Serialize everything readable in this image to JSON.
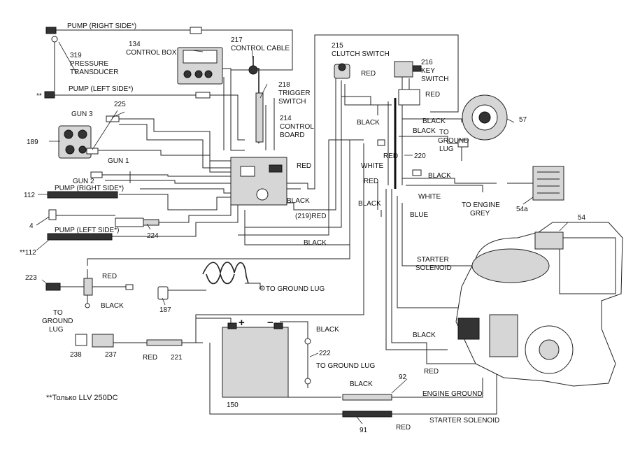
{
  "labels": {
    "pump_right_top": "PUMP  (RIGHT SIDE*)",
    "pump_left_top": "PUMP  (LEFT SIDE*)",
    "double_star": "**",
    "n319": "319",
    "pressure": "PRESSURE",
    "transducer": "TRANSDUCER",
    "n134": "134",
    "control_box": "CONTROL BOX",
    "n217": "217",
    "control_cable": "CONTROL CABLE",
    "n215": "215",
    "clutch_switch": "CLUTCH SWITCH",
    "n216": "216",
    "key": "KEY",
    "switch": "SWITCH",
    "n218": "218",
    "trigger": "TRIGGER",
    "trigger_switch": "SWITCH",
    "n225": "225",
    "gun3": "GUN 3",
    "n189": "189",
    "gun1": "GUN 1",
    "gun2": "GUN 2",
    "n214": "214",
    "control": "CONTROL",
    "board": "BOARD",
    "red_board": "RED",
    "black_board": "BLACK",
    "n112": "112",
    "pump_right_mid": "PUMP (RIGHT SIDE*)",
    "n4": "4",
    "pump_left_mid": "PUMP (LEFT SIDE*)",
    "n112_star": "**112",
    "n224": "224",
    "red_219": "(219)RED",
    "black_219": "BLACK",
    "red_clutch": "RED",
    "black_clutch": "BLACK",
    "red_key": "RED",
    "black_key1": "BLACK",
    "black_key2": "BLACK",
    "to": "TO",
    "ground": "GROUND",
    "lug": "LUG",
    "n220": "220",
    "red_mid": "RED",
    "white_left": "WHITE",
    "black_right": "BLACK",
    "white_right": "WHITE",
    "red_lower": "RED",
    "black_lower": "BLACK",
    "blue": "BLUE",
    "to_engine": "TO ENGINE",
    "grey": "GREY",
    "n54a": "54a",
    "n57": "57",
    "n54": "54",
    "starter": "STARTER",
    "solenoid": "SOLENOID",
    "n223": "223",
    "red_223": "RED",
    "black_223": "BLACK",
    "to_g": "TO",
    "ground_g": "GROUND",
    "lug_g": "LUG",
    "to_ground_lug_187": "TO GROUND LUG",
    "n187": "187",
    "plus": "+",
    "minus": "−",
    "black_222": "BLACK",
    "n222": "222",
    "to_ground_lug_222": "TO GROUND LUG",
    "n150": "150",
    "n238": "238",
    "n237": "237",
    "red_237": "RED",
    "n221": "221",
    "black_eng": "BLACK",
    "red_eng": "RED",
    "black_92": "BLACK",
    "n92": "92",
    "engine_ground": "ENGINE GROUND",
    "n91": "91",
    "red_91": "RED",
    "starter_solenoid": "STARTER SOLENOID",
    "footnote": "**Только LLV 250DC"
  }
}
